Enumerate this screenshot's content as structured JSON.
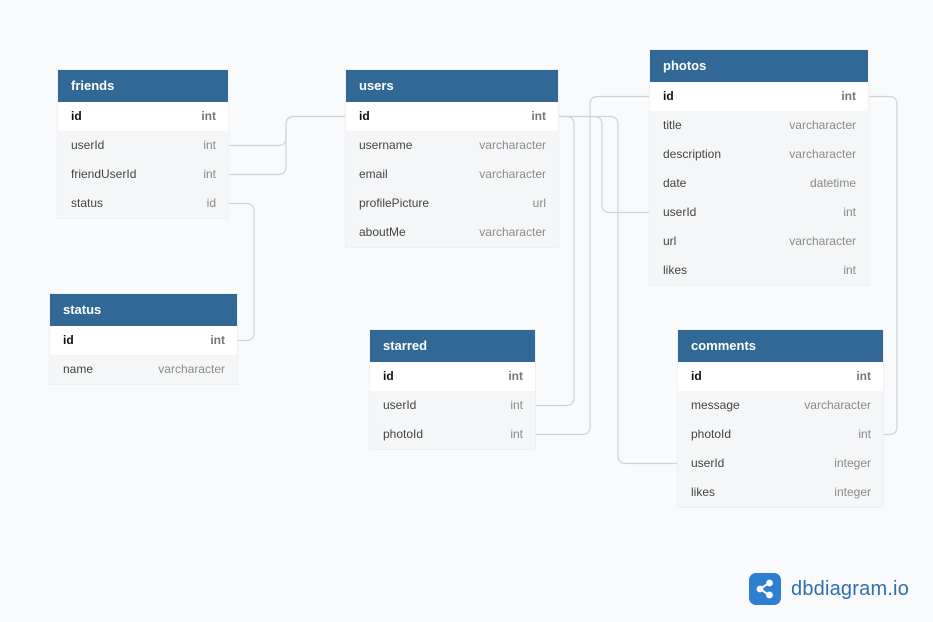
{
  "tables": {
    "friends": {
      "title": "friends",
      "fields": [
        {
          "name": "id",
          "type": "int"
        },
        {
          "name": "userId",
          "type": "int"
        },
        {
          "name": "friendUserId",
          "type": "int"
        },
        {
          "name": "status",
          "type": "id"
        }
      ]
    },
    "users": {
      "title": "users",
      "fields": [
        {
          "name": "id",
          "type": "int"
        },
        {
          "name": "username",
          "type": "varcharacter"
        },
        {
          "name": "email",
          "type": "varcharacter"
        },
        {
          "name": "profilePicture",
          "type": "url"
        },
        {
          "name": "aboutMe",
          "type": "varcharacter"
        }
      ]
    },
    "photos": {
      "title": "photos",
      "fields": [
        {
          "name": "id",
          "type": "int"
        },
        {
          "name": "title",
          "type": "varcharacter"
        },
        {
          "name": "description",
          "type": "varcharacter"
        },
        {
          "name": "date",
          "type": "datetime"
        },
        {
          "name": "userId",
          "type": "int"
        },
        {
          "name": "url",
          "type": "varcharacter"
        },
        {
          "name": "likes",
          "type": "int"
        }
      ]
    },
    "status": {
      "title": "status",
      "fields": [
        {
          "name": "id",
          "type": "int"
        },
        {
          "name": "name",
          "type": "varcharacter"
        }
      ]
    },
    "starred": {
      "title": "starred",
      "fields": [
        {
          "name": "id",
          "type": "int"
        },
        {
          "name": "userId",
          "type": "int"
        },
        {
          "name": "photoId",
          "type": "int"
        }
      ]
    },
    "comments": {
      "title": "comments",
      "fields": [
        {
          "name": "id",
          "type": "int"
        },
        {
          "name": "message",
          "type": "varcharacter"
        },
        {
          "name": "photoId",
          "type": "int"
        },
        {
          "name": "userId",
          "type": "integer"
        },
        {
          "name": "likes",
          "type": "integer"
        }
      ]
    }
  },
  "relationships": [
    {
      "from": "friends.userId",
      "to": "users.id"
    },
    {
      "from": "friends.friendUserId",
      "to": "users.id"
    },
    {
      "from": "friends.status",
      "to": "status.id"
    },
    {
      "from": "starred.userId",
      "to": "users.id"
    },
    {
      "from": "starred.photoId",
      "to": "photos.id"
    },
    {
      "from": "photos.userId",
      "to": "users.id"
    },
    {
      "from": "comments.userId",
      "to": "users.id"
    },
    {
      "from": "comments.photoId",
      "to": "photos.id"
    }
  ],
  "brand": {
    "name": "dbdiagram.io",
    "header_color": "#316896",
    "line_color": "#cfd3d8",
    "logo_color": "#2f7fd1"
  }
}
